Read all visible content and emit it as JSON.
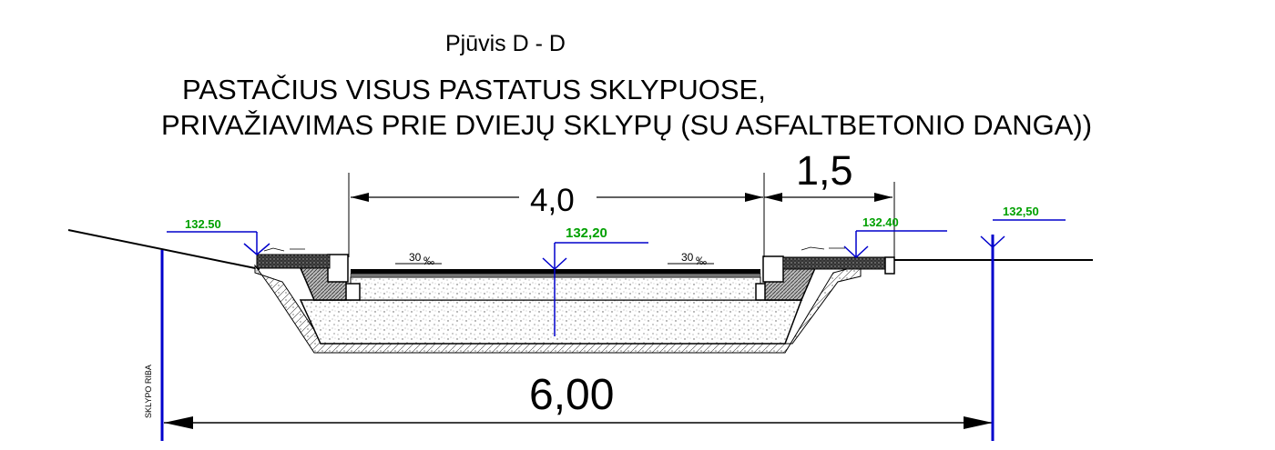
{
  "title": "Pjūvis D - D",
  "subtitle_line1": "PASTAČIUS VISUS PASTATUS SKLYPUOSE,",
  "subtitle_line2": "PRIVAŽIAVIMAS PRIE DVIEJŲ SKLYPŲ (SU ASFALTBETONIO DANGA))",
  "dimensions": {
    "road_width": "4,0",
    "sidewalk_width": "1,5",
    "total_width": "6,00"
  },
  "elevations": {
    "left_edge": "132.50",
    "road_center": "132,20",
    "right_sidewalk": "132.40",
    "right_boundary": "132,50"
  },
  "slopes": {
    "left_value": "30",
    "right_value": "30",
    "unit": "‰"
  },
  "boundary_label": "SKLYPO RIBA",
  "colors": {
    "elevation_text": "#00a000",
    "elevation_marker": "#0000cc",
    "linework": "#000000"
  }
}
